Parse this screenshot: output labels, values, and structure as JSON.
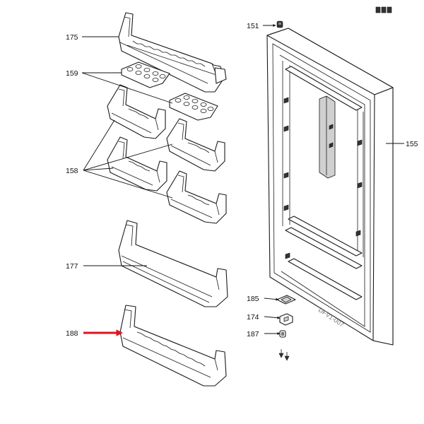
{
  "labels": {
    "l175": "175",
    "l159": "159",
    "l158": "158",
    "l177": "177",
    "l188": "188",
    "l151": "151",
    "l155": "155",
    "l185": "185",
    "l174": "174",
    "l187": "187"
  },
  "watermark": "DFV1-007",
  "colors": {
    "highlight_arrow": "#e0141e",
    "line": "#111111"
  }
}
